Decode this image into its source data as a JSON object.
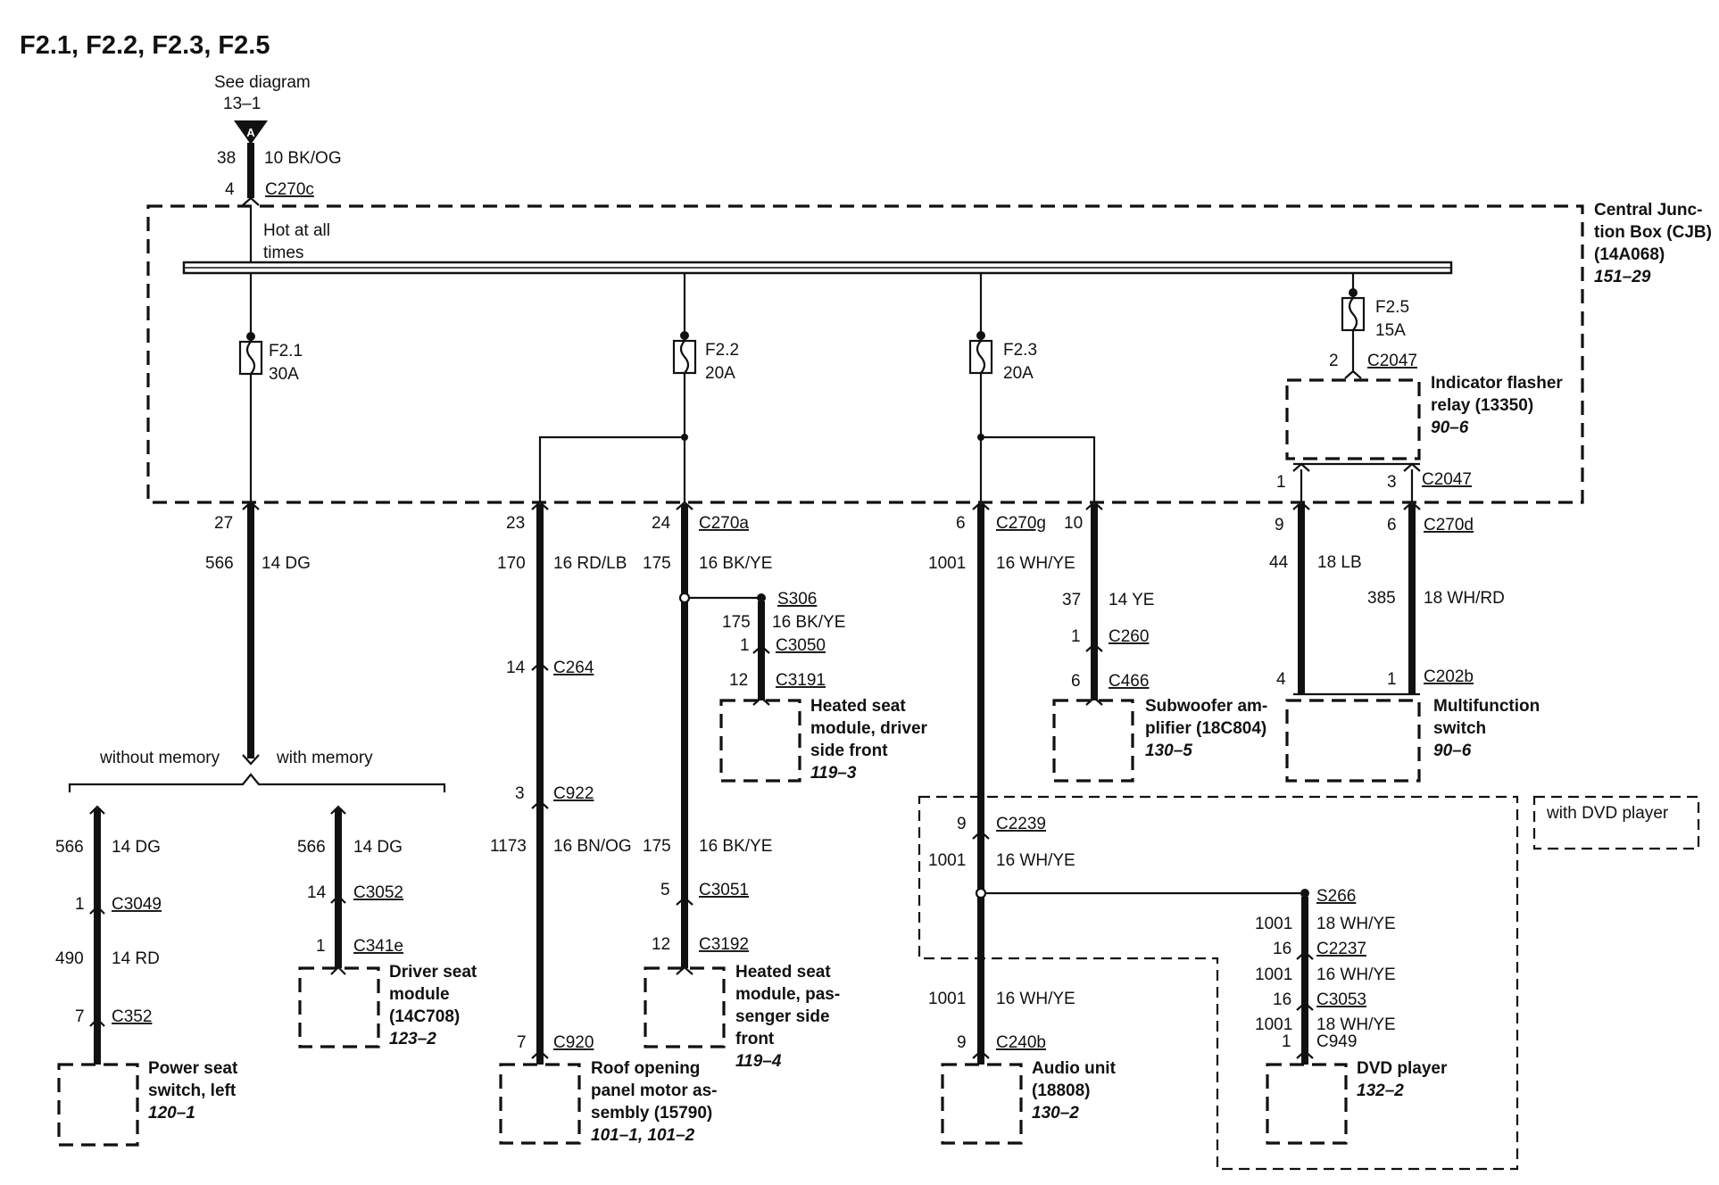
{
  "title": "F2.1, F2.2, F2.3, F2.5",
  "source": {
    "line1": "See diagram",
    "line2": "13–1",
    "connector_letter": "A"
  },
  "feed": {
    "pin_top": "38",
    "wire": "10 BK/OG",
    "pin_bottom": "4",
    "connector": "C270c"
  },
  "cjb": {
    "label1": "Central Junc-",
    "label2": "tion Box (CJB)",
    "label3": "(14A068)",
    "ref": "151–29",
    "bus_note1": "Hot at all",
    "bus_note2": "times"
  },
  "fuses": [
    {
      "name": "F2.1",
      "rating": "30A"
    },
    {
      "name": "F2.2",
      "rating": "20A"
    },
    {
      "name": "F2.3",
      "rating": "20A"
    },
    {
      "name": "F2.5",
      "rating": "15A"
    }
  ],
  "f21": {
    "pin": "27",
    "circuit": "566",
    "wire": "14 DG",
    "without_memory": "without memory",
    "with_memory": "with memory",
    "left": {
      "circuit": "566",
      "wire": "14 DG",
      "pin1": "1",
      "conn1": "C3049",
      "circuit2": "490",
      "wire2": "14 RD",
      "pin2": "7",
      "conn2": "C352",
      "comp1": "Power seat",
      "comp2": "switch, left",
      "ref": "120–1"
    },
    "right": {
      "circuit": "566",
      "wire": "14 DG",
      "pin1": "14",
      "conn1": "C3052",
      "pin2": "1",
      "conn2": "C341e",
      "comp1": "Driver seat",
      "comp2": "module",
      "comp3": "(14C708)",
      "ref": "123–2"
    }
  },
  "f22": {
    "left": {
      "pin": "23",
      "circuit": "170",
      "wire": "16 RD/LB",
      "pin1": "14",
      "conn1": "C264",
      "pin2": "3",
      "conn2": "C922",
      "circuit2": "1173",
      "wire2": "16 BN/OG",
      "pin3": "7",
      "conn3": "C920",
      "comp1": "Roof opening",
      "comp2": "panel motor as-",
      "comp3": "sembly (15790)",
      "ref": "101–1, 101–2"
    },
    "right": {
      "pin": "24",
      "conn": "C270a",
      "circuit": "175",
      "wire": "16 BK/YE",
      "splice": "S306",
      "s_circuit": "175",
      "s_wire": "16 BK/YE",
      "s_pin1": "1",
      "s_conn1": "C3050",
      "s_pin2": "12",
      "s_conn2": "C3191",
      "s_comp1": "Heated seat",
      "s_comp2": "module, driver",
      "s_comp3": "side front",
      "s_ref": "119–3",
      "circuit2": "175",
      "wire2": "16 BK/YE",
      "pin1": "5",
      "conn1": "C3051",
      "pin2": "12",
      "conn2": "C3192",
      "comp1": "Heated seat",
      "comp2": "module, pas-",
      "comp3": "senger side",
      "comp4": "front",
      "ref": "119–4"
    }
  },
  "f23": {
    "left": {
      "pin": "6",
      "conn": "C270g",
      "circuit": "1001",
      "wire": "16 WH/YE",
      "pin1": "9",
      "conn1": "C2239",
      "circuit2": "1001",
      "wire2": "16 WH/YE",
      "circuit3": "1001",
      "wire3": "16 WH/YE",
      "pin2": "9",
      "conn2": "C240b",
      "comp1": "Audio unit",
      "comp2": "(18808)",
      "ref": "130–2"
    },
    "right": {
      "pin": "10",
      "circuit": "37",
      "wire": "14 YE",
      "pin1": "1",
      "conn1": "C260",
      "pin2": "6",
      "conn2": "C466",
      "comp1": "Subwoofer am-",
      "comp2": "plifier (18C804)",
      "ref": "130–5"
    },
    "dvd": {
      "option": "with DVD player",
      "splice": "S266",
      "c1": "1001",
      "w1": "18 WH/YE",
      "p1": "16",
      "conn1": "C2237",
      "c2": "1001",
      "w2": "16 WH/YE",
      "p2": "16",
      "conn2": "C3053",
      "c3": "1001",
      "w3": "18 WH/YE",
      "p3": "1",
      "conn3": "C949",
      "comp": "DVD player",
      "ref": "132–2"
    }
  },
  "f25": {
    "pin": "2",
    "conn": "C2047",
    "relay1": "Indicator flasher",
    "relay2": "relay (13350)",
    "relay_ref": "90–6",
    "pinA": "1",
    "pinB": "3",
    "connB": "C2047",
    "left": {
      "pin": "9",
      "circuit": "44",
      "wire": "18 LB",
      "pin2": "4"
    },
    "right": {
      "pin": "6",
      "conn": "C270d",
      "circuit": "385",
      "wire": "18 WH/RD",
      "pin2": "1",
      "conn2": "C202b"
    },
    "comp1": "Multifunction",
    "comp2": "switch",
    "ref": "90–6"
  }
}
